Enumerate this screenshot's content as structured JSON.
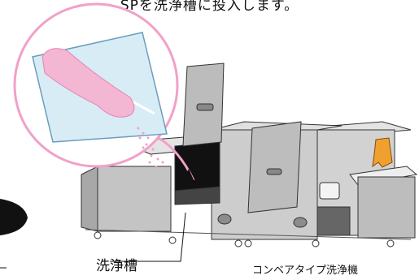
{
  "caption": "SPを洗浄槽に投入します。",
  "labels": {
    "tank": "洗浄槽",
    "machine": "コンベアタイプ洗浄機"
  },
  "colors": {
    "machine_body": "#c8c8c8",
    "machine_dark": "#8a8a8a",
    "bag_blue": "#d8ecf6",
    "sp_pink": "#f3b6d3",
    "zoom_circle": "#f2a0c8",
    "glove": "#f0a030"
  }
}
